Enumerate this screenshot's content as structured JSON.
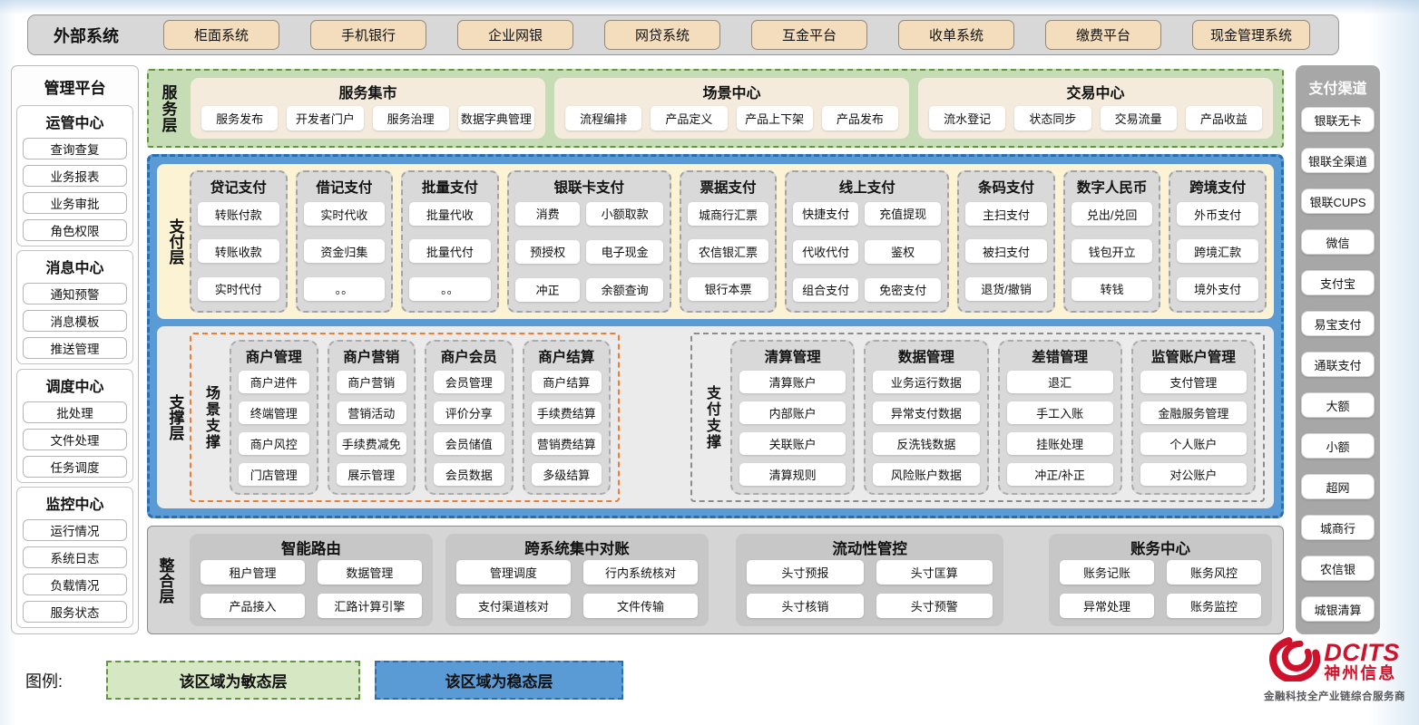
{
  "external": {
    "label": "外部系统",
    "items": [
      "柜面系统",
      "手机银行",
      "企业网银",
      "网贷系统",
      "互金平台",
      "收单系统",
      "缴费平台",
      "现金管理系统"
    ]
  },
  "mgmt": {
    "title": "管理平台",
    "sections": [
      {
        "title": "运管中心",
        "items": [
          "查询查复",
          "业务报表",
          "业务审批",
          "角色权限"
        ]
      },
      {
        "title": "消息中心",
        "items": [
          "通知预警",
          "消息模板",
          "推送管理"
        ]
      },
      {
        "title": "调度中心",
        "items": [
          "批处理",
          "文件处理",
          "任务调度"
        ]
      },
      {
        "title": "监控中心",
        "items": [
          "运行情况",
          "系统日志",
          "负载情况",
          "服务状态"
        ]
      }
    ]
  },
  "service": {
    "label": "服务层",
    "groups": [
      {
        "title": "服务集市",
        "items": [
          "服务发布",
          "开发者门户",
          "服务治理",
          "数据字典管理"
        ]
      },
      {
        "title": "场景中心",
        "items": [
          "流程编排",
          "产品定义",
          "产品上下架",
          "产品发布"
        ]
      },
      {
        "title": "交易中心",
        "items": [
          "流水登记",
          "状态同步",
          "交易流量",
          "产品收益"
        ]
      }
    ]
  },
  "payment": {
    "label": "支付层",
    "columns": [
      {
        "title": "贷记支付",
        "items": [
          "转账付款",
          "转账收款",
          "实时代付"
        ]
      },
      {
        "title": "借记支付",
        "items": [
          "实时代收",
          "资金归集",
          "。。"
        ]
      },
      {
        "title": "批量支付",
        "items": [
          "批量代收",
          "批量代付",
          "。。"
        ]
      },
      {
        "title": "银联卡支付",
        "items": [
          "消费",
          "小额取款",
          "预授权",
          "电子现金",
          "冲正",
          "余额查询"
        ]
      },
      {
        "title": "票据支付",
        "items": [
          "城商行汇票",
          "农信银汇票",
          "银行本票"
        ]
      },
      {
        "title": "线上支付",
        "items": [
          "快捷支付",
          "充值提现",
          "代收代付",
          "鉴权",
          "组合支付",
          "免密支付"
        ]
      },
      {
        "title": "条码支付",
        "items": [
          "主扫支付",
          "被扫支付",
          "退货/撤销"
        ]
      },
      {
        "title": "数字人民币",
        "items": [
          "兑出/兑回",
          "钱包开立",
          "转钱"
        ]
      },
      {
        "title": "跨境支付",
        "items": [
          "外币支付",
          "跨境汇款",
          "境外支付"
        ]
      }
    ]
  },
  "support": {
    "label": "支撑层",
    "scene": {
      "label": "场景支撑",
      "columns": [
        {
          "title": "商户管理",
          "items": [
            "商户进件",
            "终端管理",
            "商户风控",
            "门店管理"
          ]
        },
        {
          "title": "商户营销",
          "items": [
            "商户营销",
            "营销活动",
            "手续费减免",
            "展示管理"
          ]
        },
        {
          "title": "商户会员",
          "items": [
            "会员管理",
            "评价分享",
            "会员储值",
            "会员数据"
          ]
        },
        {
          "title": "商户结算",
          "items": [
            "商户结算",
            "手续费结算",
            "营销费结算",
            "多级结算"
          ]
        }
      ]
    },
    "pay": {
      "label": "支付支撑",
      "columns": [
        {
          "title": "清算管理",
          "items": [
            "清算账户",
            "内部账户",
            "关联账户",
            "清算规则"
          ]
        },
        {
          "title": "数据管理",
          "items": [
            "业务运行数据",
            "异常支付数据",
            "反洗钱数据",
            "风险账户数据"
          ]
        },
        {
          "title": "差错管理",
          "items": [
            "退汇",
            "手工入账",
            "挂账处理",
            "冲正/补正"
          ]
        },
        {
          "title": "监管账户管理",
          "items": [
            "支付管理",
            "金融服务管理",
            "个人账户",
            "对公账户"
          ]
        }
      ]
    }
  },
  "integration": {
    "label": "整合层",
    "groups": [
      {
        "title": "智能路由",
        "items": [
          "租户管理",
          "数据管理",
          "产品接入",
          "汇路计算引擎"
        ]
      },
      {
        "title": "跨系统集中对账",
        "items": [
          "管理调度",
          "行内系统核对",
          "支付渠道核对",
          "文件传输"
        ]
      },
      {
        "title": "流动性管控",
        "items": [
          "头寸预报",
          "头寸匡算",
          "头寸核销",
          "头寸预警"
        ]
      },
      {
        "title": "账务中心",
        "items": [
          "账务记账",
          "账务风控",
          "异常处理",
          "账务监控"
        ]
      }
    ]
  },
  "channels": {
    "title": "支付渠道",
    "items": [
      "银联无卡",
      "银联全渠道",
      "银联CUPS",
      "微信",
      "支付宝",
      "易宝支付",
      "通联支付",
      "大额",
      "小额",
      "超网",
      "城商行",
      "农信银",
      "城银清算"
    ]
  },
  "legend": {
    "label": "图例:",
    "agile": "该区域为敏态层",
    "stable": "该区域为稳态层"
  },
  "logo": {
    "brand": "DCITS",
    "company": "神州信息",
    "tagline": "金融科技全产业链综合服务商"
  },
  "colors": {
    "agile_green": "#c6dcb5",
    "stable_blue": "#5b9bd5",
    "panel_beige": "#f4ebdd",
    "button_tan": "#f3ddbd",
    "column_gray": "#d9d9d9",
    "orange_border": "#ed7d31",
    "brand_red": "#d0112b"
  }
}
